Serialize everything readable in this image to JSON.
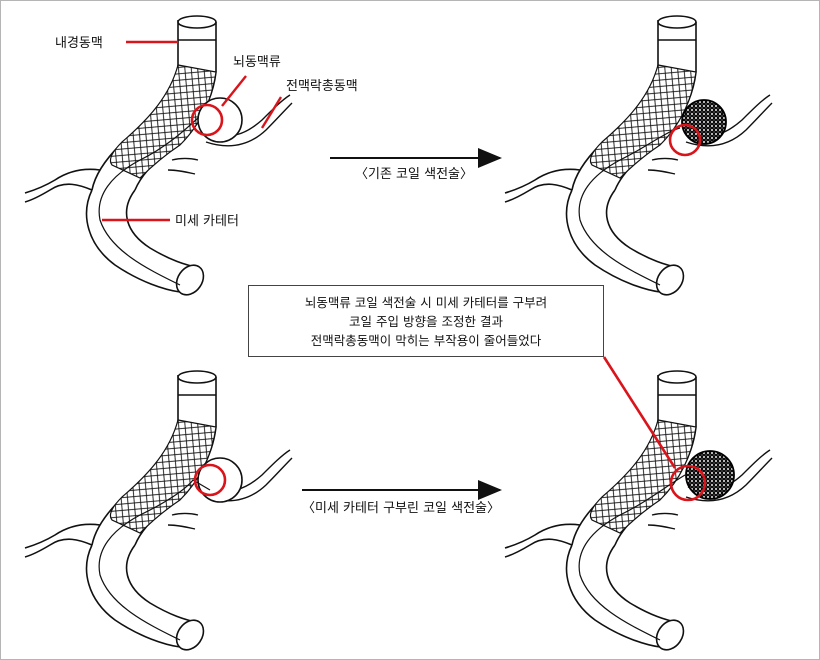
{
  "labels": {
    "internal_carotid": "내경동맥",
    "aneurysm": "뇌동맥류",
    "anterior_choroidal": "전맥락총동맥",
    "microcatheter": "미세 카테터"
  },
  "arrows": {
    "conventional": "〈기존 코일 색전술〉",
    "bent": "〈미세 카테터 구부린 코일 색전술〉"
  },
  "callout": {
    "line1": "뇌동맥류 코일 색전술 시 미세 카테터를 구부려",
    "line2": "코일 주입 방향을 조정한 결과",
    "line3": "전맥락총동맥이 막히는 부작용이 줄어들었다"
  },
  "colors": {
    "highlight": "#d9141b",
    "line": "#111111"
  }
}
